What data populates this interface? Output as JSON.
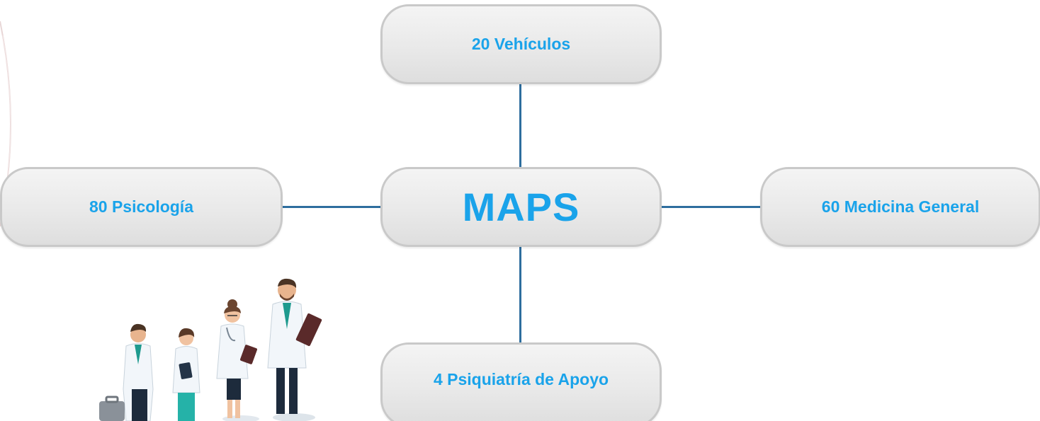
{
  "diagram": {
    "center": {
      "label": "MAPS"
    },
    "nodes": {
      "top": {
        "label": "20 Vehículos"
      },
      "left": {
        "label": "80 Psicología"
      },
      "right": {
        "label": "60 Medicina General"
      },
      "bottom": {
        "label": "4 Psiquiatría de Apoyo"
      }
    }
  },
  "colors": {
    "label": "#1aa3ea",
    "connector": "#2e6e9e",
    "box_border": "#c9c9c9",
    "box_fill": "#e9e9e9"
  },
  "decorations": {
    "illustration": "medical-staff-illustration",
    "edge": "decorative-circle-edge"
  }
}
